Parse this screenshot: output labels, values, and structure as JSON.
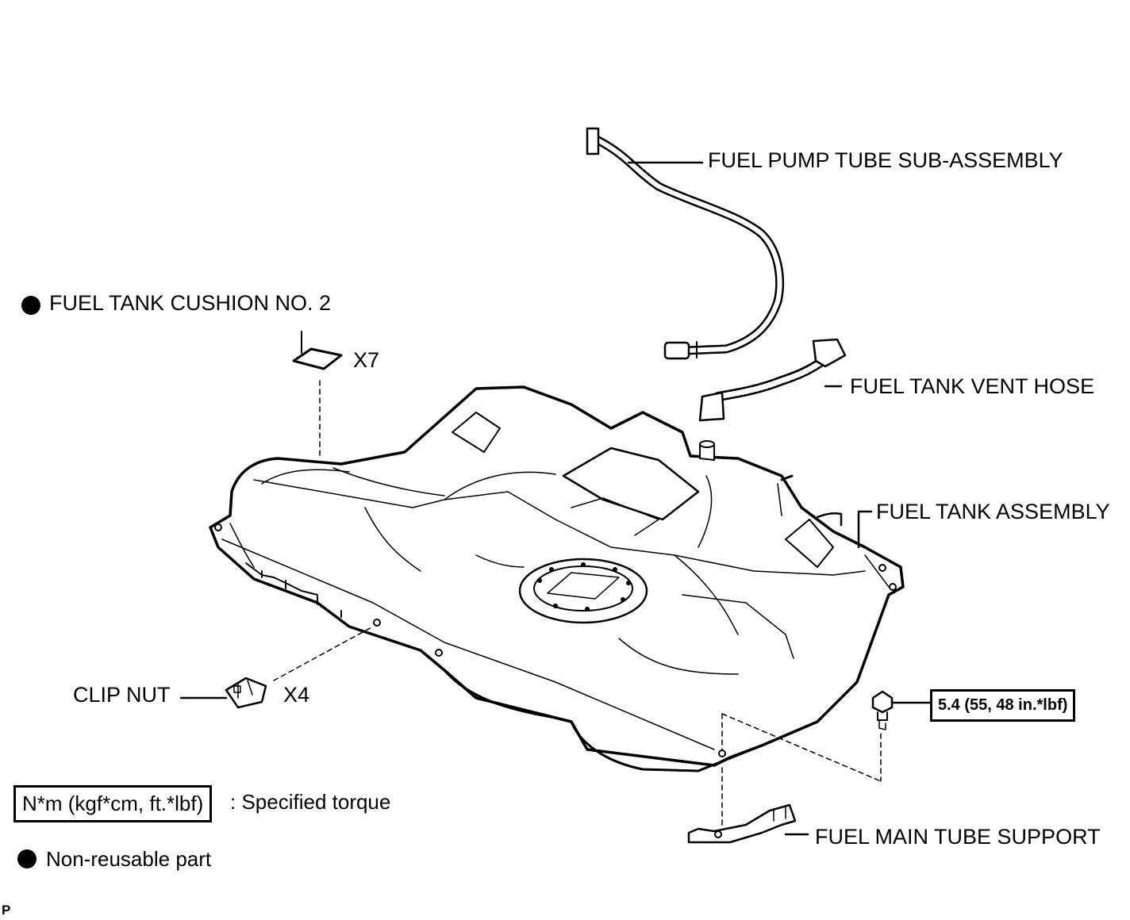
{
  "diagram": {
    "labels": {
      "fuel_pump_tube": "FUEL PUMP TUBE SUB-ASSEMBLY",
      "fuel_tank_cushion": "FUEL TANK CUSHION NO. 2",
      "cushion_qty": "X7",
      "fuel_tank_vent_hose": "FUEL TANK VENT HOSE",
      "fuel_tank_assembly": "FUEL TANK ASSEMBLY",
      "clip_nut": "CLIP NUT",
      "clip_nut_qty": "X4",
      "torque_value": "5.4 (55, 48 in.*lbf)",
      "fuel_main_tube_support": "FUEL MAIN TUBE SUPPORT"
    },
    "legend": {
      "torque_units": "N*m (kgf*cm, ft.*lbf)",
      "torque_desc": ": Specified torque",
      "non_reusable": "Non-reusable part"
    },
    "corner_mark": "P"
  }
}
